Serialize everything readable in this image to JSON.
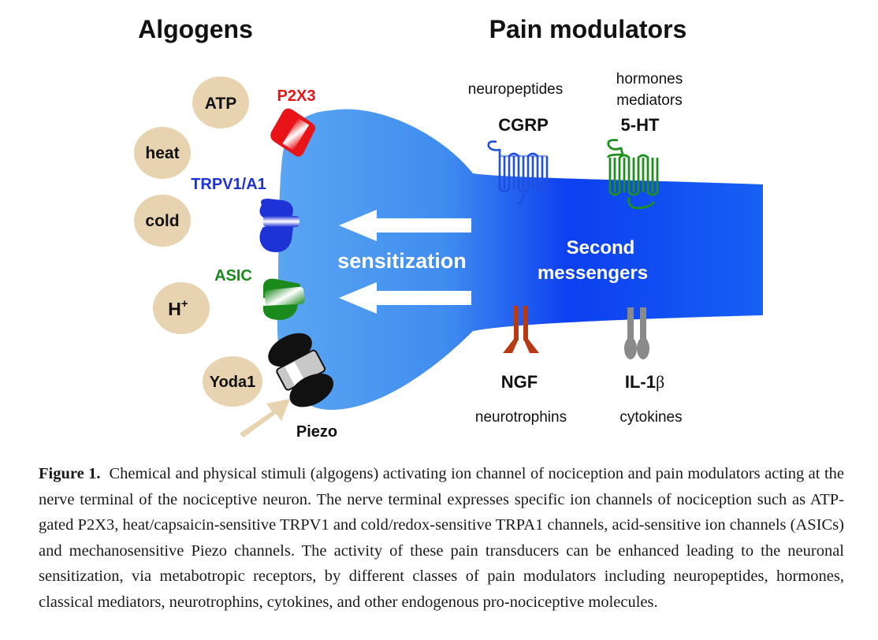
{
  "headings": {
    "left": "Algogens",
    "right": "Pain modulators"
  },
  "algogens": {
    "atp": "ATP",
    "heat": "heat",
    "cold": "cold",
    "h_base": "H",
    "h_sup": "+",
    "yoda": "Yoda1"
  },
  "channels": {
    "p2x3": "P2X3",
    "trpv": "TRPV1/A1",
    "asic": "ASIC",
    "piezo": "Piezo"
  },
  "modulators": {
    "neuropeptides": "neuropeptides",
    "cgrp": "CGRP",
    "hormones_line1": "hormones",
    "hormones_line2": "mediators",
    "ht": "5-HT",
    "ngf": "NGF",
    "neurotrophins": "neurotrophins",
    "il_prefix": "IL-1",
    "il_beta": "β",
    "cytokines": "cytokines"
  },
  "center": {
    "sensitization": "sensitization",
    "second_line1": "Second",
    "second_line2": "messengers"
  },
  "caption": {
    "label": "Figure 1.",
    "text": "Chemical and physical stimuli (algogens) activating ion channel of nociception and pain modulators acting at the nerve terminal of the nociceptive neuron. The nerve terminal expresses specific ion channels of nociception such as ATP-gated P2X3, heat/capsaicin-sensitive TRPV1 and cold/redox-sensitive TRPA1 channels, acid-sensitive ion channels (ASICs) and mechanosensitive Piezo channels. The activity of these pain transducers can be enhanced leading to the neuronal sensitization, via metabotropic receptors, by different classes of pain modulators including neuropeptides, hormones, classical mediators, neurotrophins, cytokines, and other endogenous pro-nociceptive molecules."
  },
  "colors": {
    "neuron_light": "#4f9ff0",
    "neuron_dark": "#0038ee",
    "algogen_fill": "#e8d3b0",
    "p2x3": "#e81418",
    "trpv": "#1e33d6",
    "asic": "#1a8a1c",
    "piezo": "#111111",
    "cgrp_receptor": "#1f4fe0",
    "ht_receptor": "#1e8f1e",
    "ngf_receptor": "#b83a12",
    "il_receptor": "#8a8a8a"
  }
}
